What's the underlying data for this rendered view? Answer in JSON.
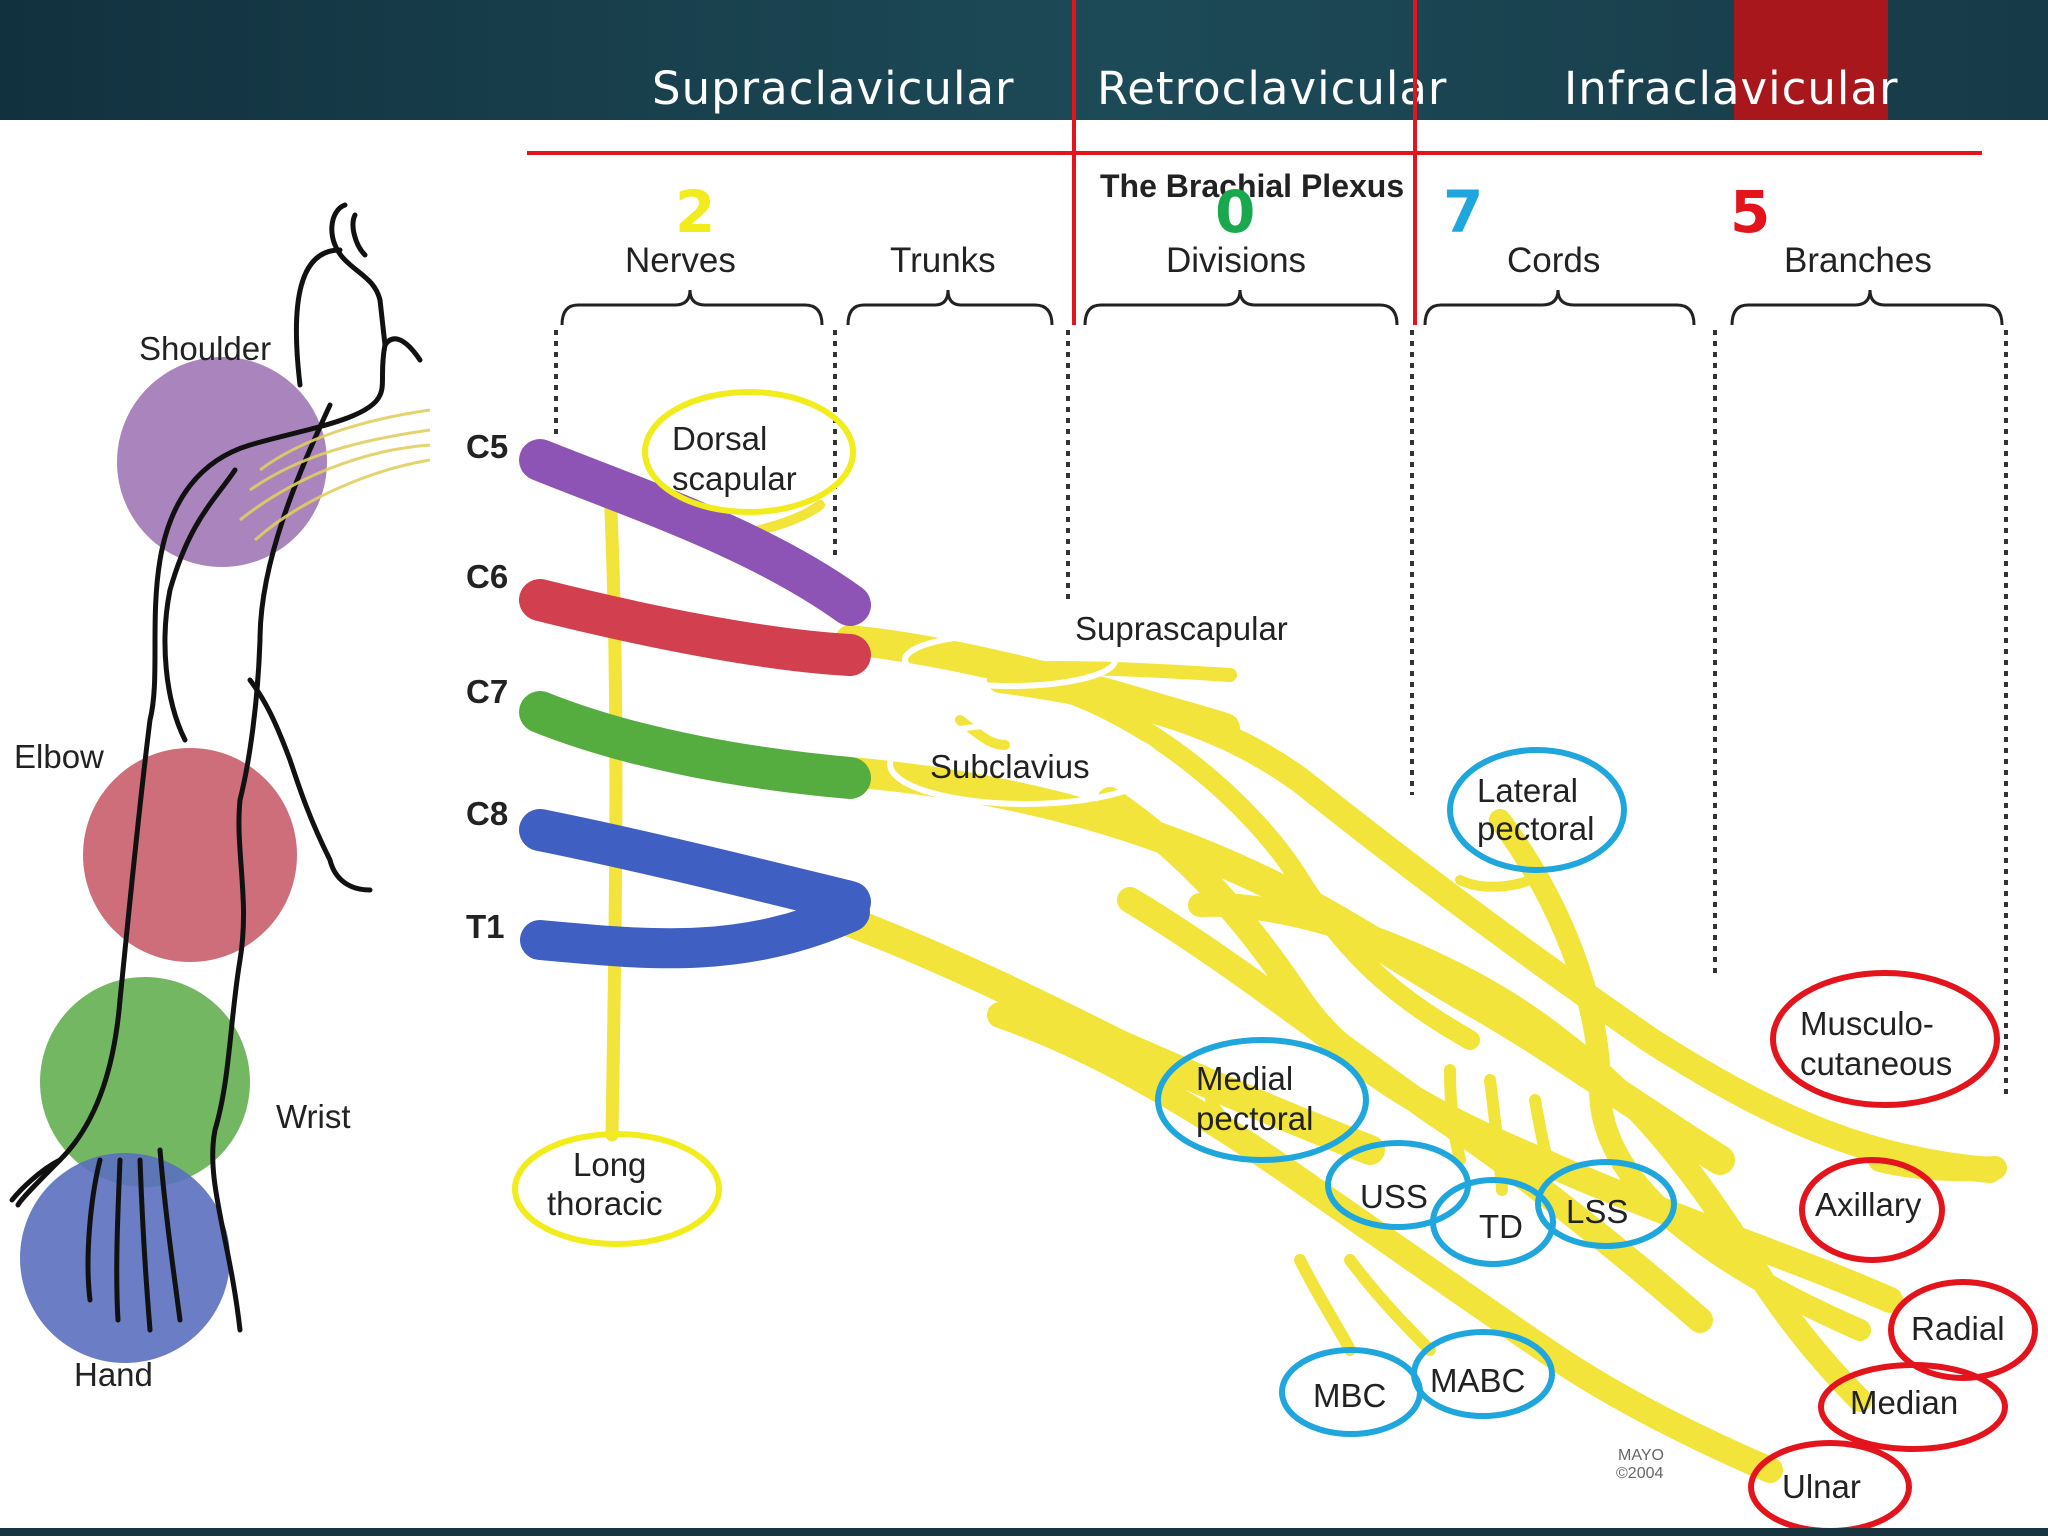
{
  "header": {
    "regions": [
      "Supraclavicular",
      "Retroclavicular",
      "Infraclavicular"
    ],
    "accent_color": "#a8171b",
    "background_color": "#16394a"
  },
  "diagram": {
    "title": "The Brachial Plexus",
    "stages": [
      "Nerves",
      "Trunks",
      "Divisions",
      "Cords",
      "Branches"
    ],
    "stage_counts": [
      {
        "value": "2",
        "color": "#f2ec1c"
      },
      {
        "value": "0",
        "color": "#1aa84f"
      },
      {
        "value": "7",
        "color": "#1ea6dd"
      },
      {
        "value": "5",
        "color": "#e3141b"
      }
    ],
    "roots": [
      {
        "label": "C5",
        "color": "#8d54b6"
      },
      {
        "label": "C6",
        "color": "#d23f4e"
      },
      {
        "label": "C7",
        "color": "#56ad3f"
      },
      {
        "label": "C8",
        "color": "#3f5fc2"
      },
      {
        "label": "T1",
        "color": "#3f5fc2"
      }
    ],
    "body_regions": [
      {
        "label": "Shoulder",
        "color": "#9b6fb0"
      },
      {
        "label": "Elbow",
        "color": "#c65564"
      },
      {
        "label": "Wrist",
        "color": "#5aaa48"
      },
      {
        "label": "Hand",
        "color": "#5a6fbf"
      }
    ],
    "nerve_color": "#f2e43a",
    "nerves": {
      "dorsal_scapular": [
        "Dorsal",
        "scapular"
      ],
      "suprascapular": "Suprascapular",
      "subclavius": "Subclavius",
      "long_thoracic": [
        "Long",
        "thoracic"
      ],
      "lateral_pectoral": [
        "Lateral",
        "pectoral"
      ],
      "medial_pectoral": [
        "Medial",
        "pectoral"
      ],
      "uss": "USS",
      "td": "TD",
      "lss": "LSS",
      "mbc": "MBC",
      "mabc": "MABC",
      "musculocutaneous": [
        "Musculo-",
        "cutaneous"
      ],
      "axillary": "Axillary",
      "radial": "Radial",
      "median": "Median",
      "ulnar": "Ulnar"
    },
    "credit": [
      "MAYO",
      "©2004"
    ]
  }
}
